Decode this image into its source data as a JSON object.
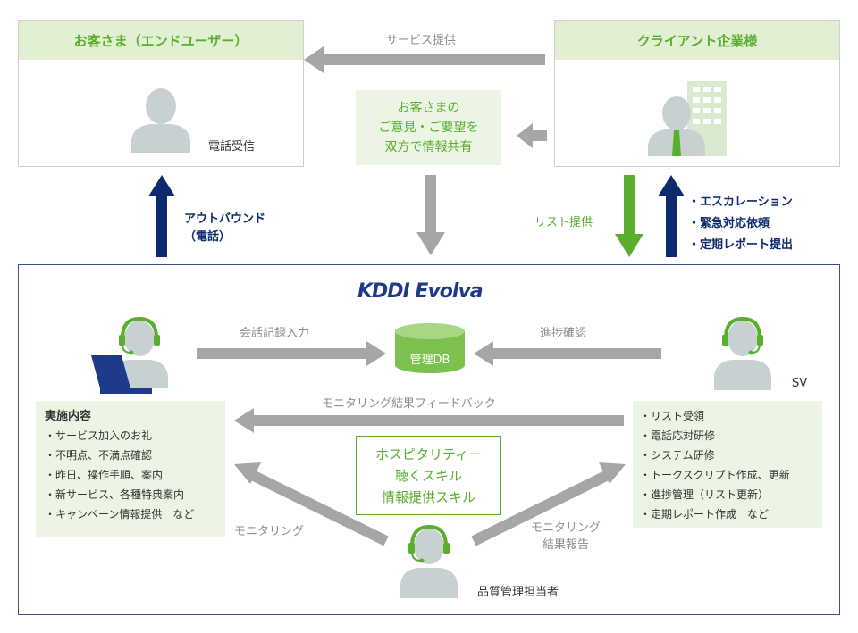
{
  "customer": {
    "title": "お客さま（エンドユーザー）",
    "person_label": "電話受信"
  },
  "client": {
    "title": "クライアント企業様"
  },
  "flows": {
    "service": "サービス提供",
    "share_lines": [
      "お客さまの",
      "ご意見・ご要望を",
      "双方で情報共有"
    ],
    "outbound_lines": [
      "アウトバウンド",
      "（電話）"
    ],
    "list": "リスト提供",
    "client_requests": [
      "・エスカレーション",
      "・緊急対応依頼",
      "・定期レポート提出"
    ]
  },
  "evolva": {
    "logo_text": "KDDI Evolva",
    "conversation": "会話記録入力",
    "db": "管理DB",
    "progress": "進捗確認",
    "sv": "SV",
    "feedback": "モニタリング結果フィードバック",
    "work": {
      "title": "実施内容",
      "items": [
        "・サービス加入のお礼",
        "・不明点、不満点確認",
        "・昨日、操作手順、案内",
        "・新サービス、各種特典案内",
        "・キャンペーン情報提供　など"
      ]
    },
    "sv_tasks": [
      "・リスト受領",
      "・電話応対研修",
      "・システム研修",
      "・トークスクリプト作成、更新",
      "・進捗管理（リスト更新）",
      "・定期レポート作成　など"
    ],
    "skills": [
      "ホスピタリティー",
      "聴くスキル",
      "情報提供スキル"
    ],
    "monitoring": "モニタリング",
    "monitoring_report": [
      "モニタリング",
      "結果報告"
    ],
    "qa_person": "品質管理担当者"
  },
  "colors": {
    "green": "#5aae2e",
    "light_green": "#e1efd2",
    "navy": "#0e2a6e",
    "gray_arrow": "#a6a6a6",
    "person": "#c8d1d1"
  }
}
